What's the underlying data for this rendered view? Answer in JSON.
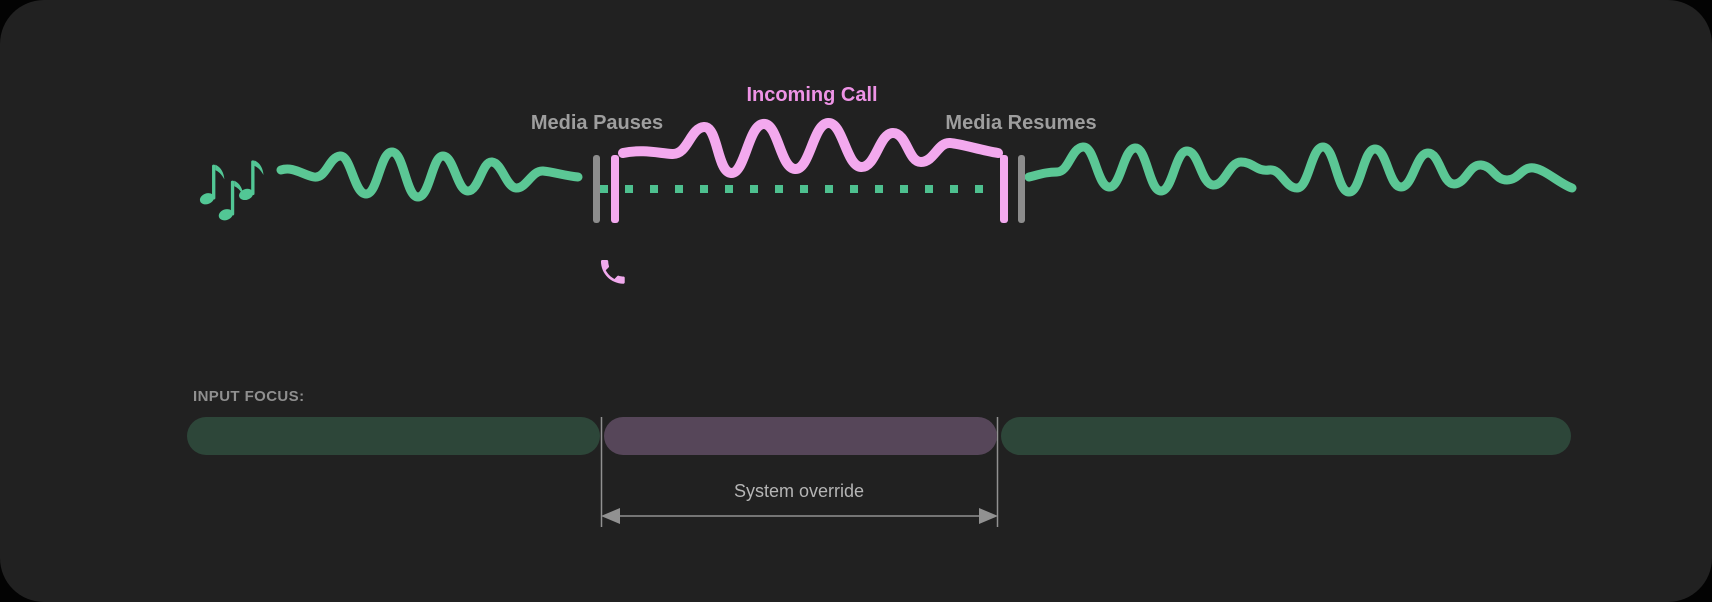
{
  "timeline": {
    "media_pauses_label": "Media Pauses",
    "incoming_call_label": "Incoming Call",
    "media_resumes_label": "Media Resumes",
    "playing_icon": "music-notes-icon",
    "interrupt_icon": "phone-icon"
  },
  "input_focus": {
    "heading": "INPUT FOCUS:",
    "override_label": "System override",
    "segments": [
      {
        "name": "media-before",
        "icon": "music-notes-icon",
        "state": "media"
      },
      {
        "name": "call-override",
        "icon": "phone-icon",
        "state": "call"
      },
      {
        "name": "media-after",
        "icon": "music-notes-icon",
        "state": "media"
      }
    ]
  },
  "colors": {
    "card_background": "#212121",
    "page_background": "#030303",
    "media_green": "#5bc795",
    "paused_dots_green": "#4ec08f",
    "call_pink": "#f3a9ee",
    "incoming_call_text_pink": "#ee93e6",
    "label_gray": "#9e9e9e",
    "marker_gray": "#8c8c8c",
    "focus_bar_green": "#2d4639",
    "focus_bar_purple": "#564659",
    "focus_notes_mint": "#5fd9a8",
    "annotation_gray": "#919191"
  }
}
